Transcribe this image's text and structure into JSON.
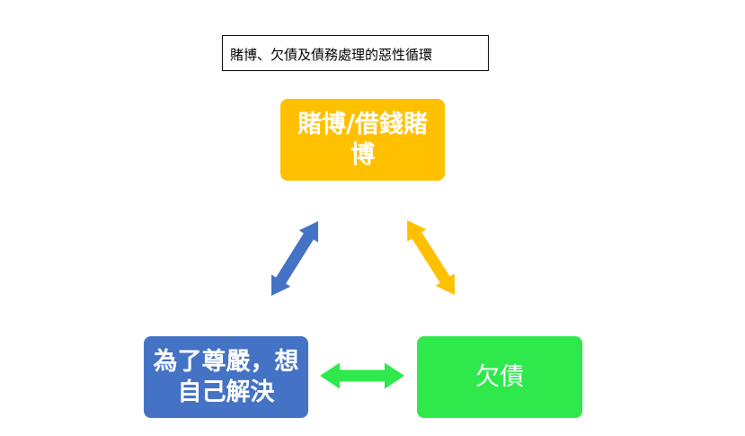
{
  "title": "賭博、欠債及債務處理的惡性循環",
  "nodes": {
    "gambling": {
      "label": "賭博/借錢賭博",
      "color": "#FFC000"
    },
    "pride": {
      "label": "為了尊嚴，想自己解決",
      "color": "#4472C4"
    },
    "debt": {
      "label": "欠債",
      "color": "#2EE84C"
    }
  },
  "arrows": {
    "left_color": "#4472C4",
    "right_color": "#FFC000",
    "bottom_color": "#2EE84C"
  }
}
